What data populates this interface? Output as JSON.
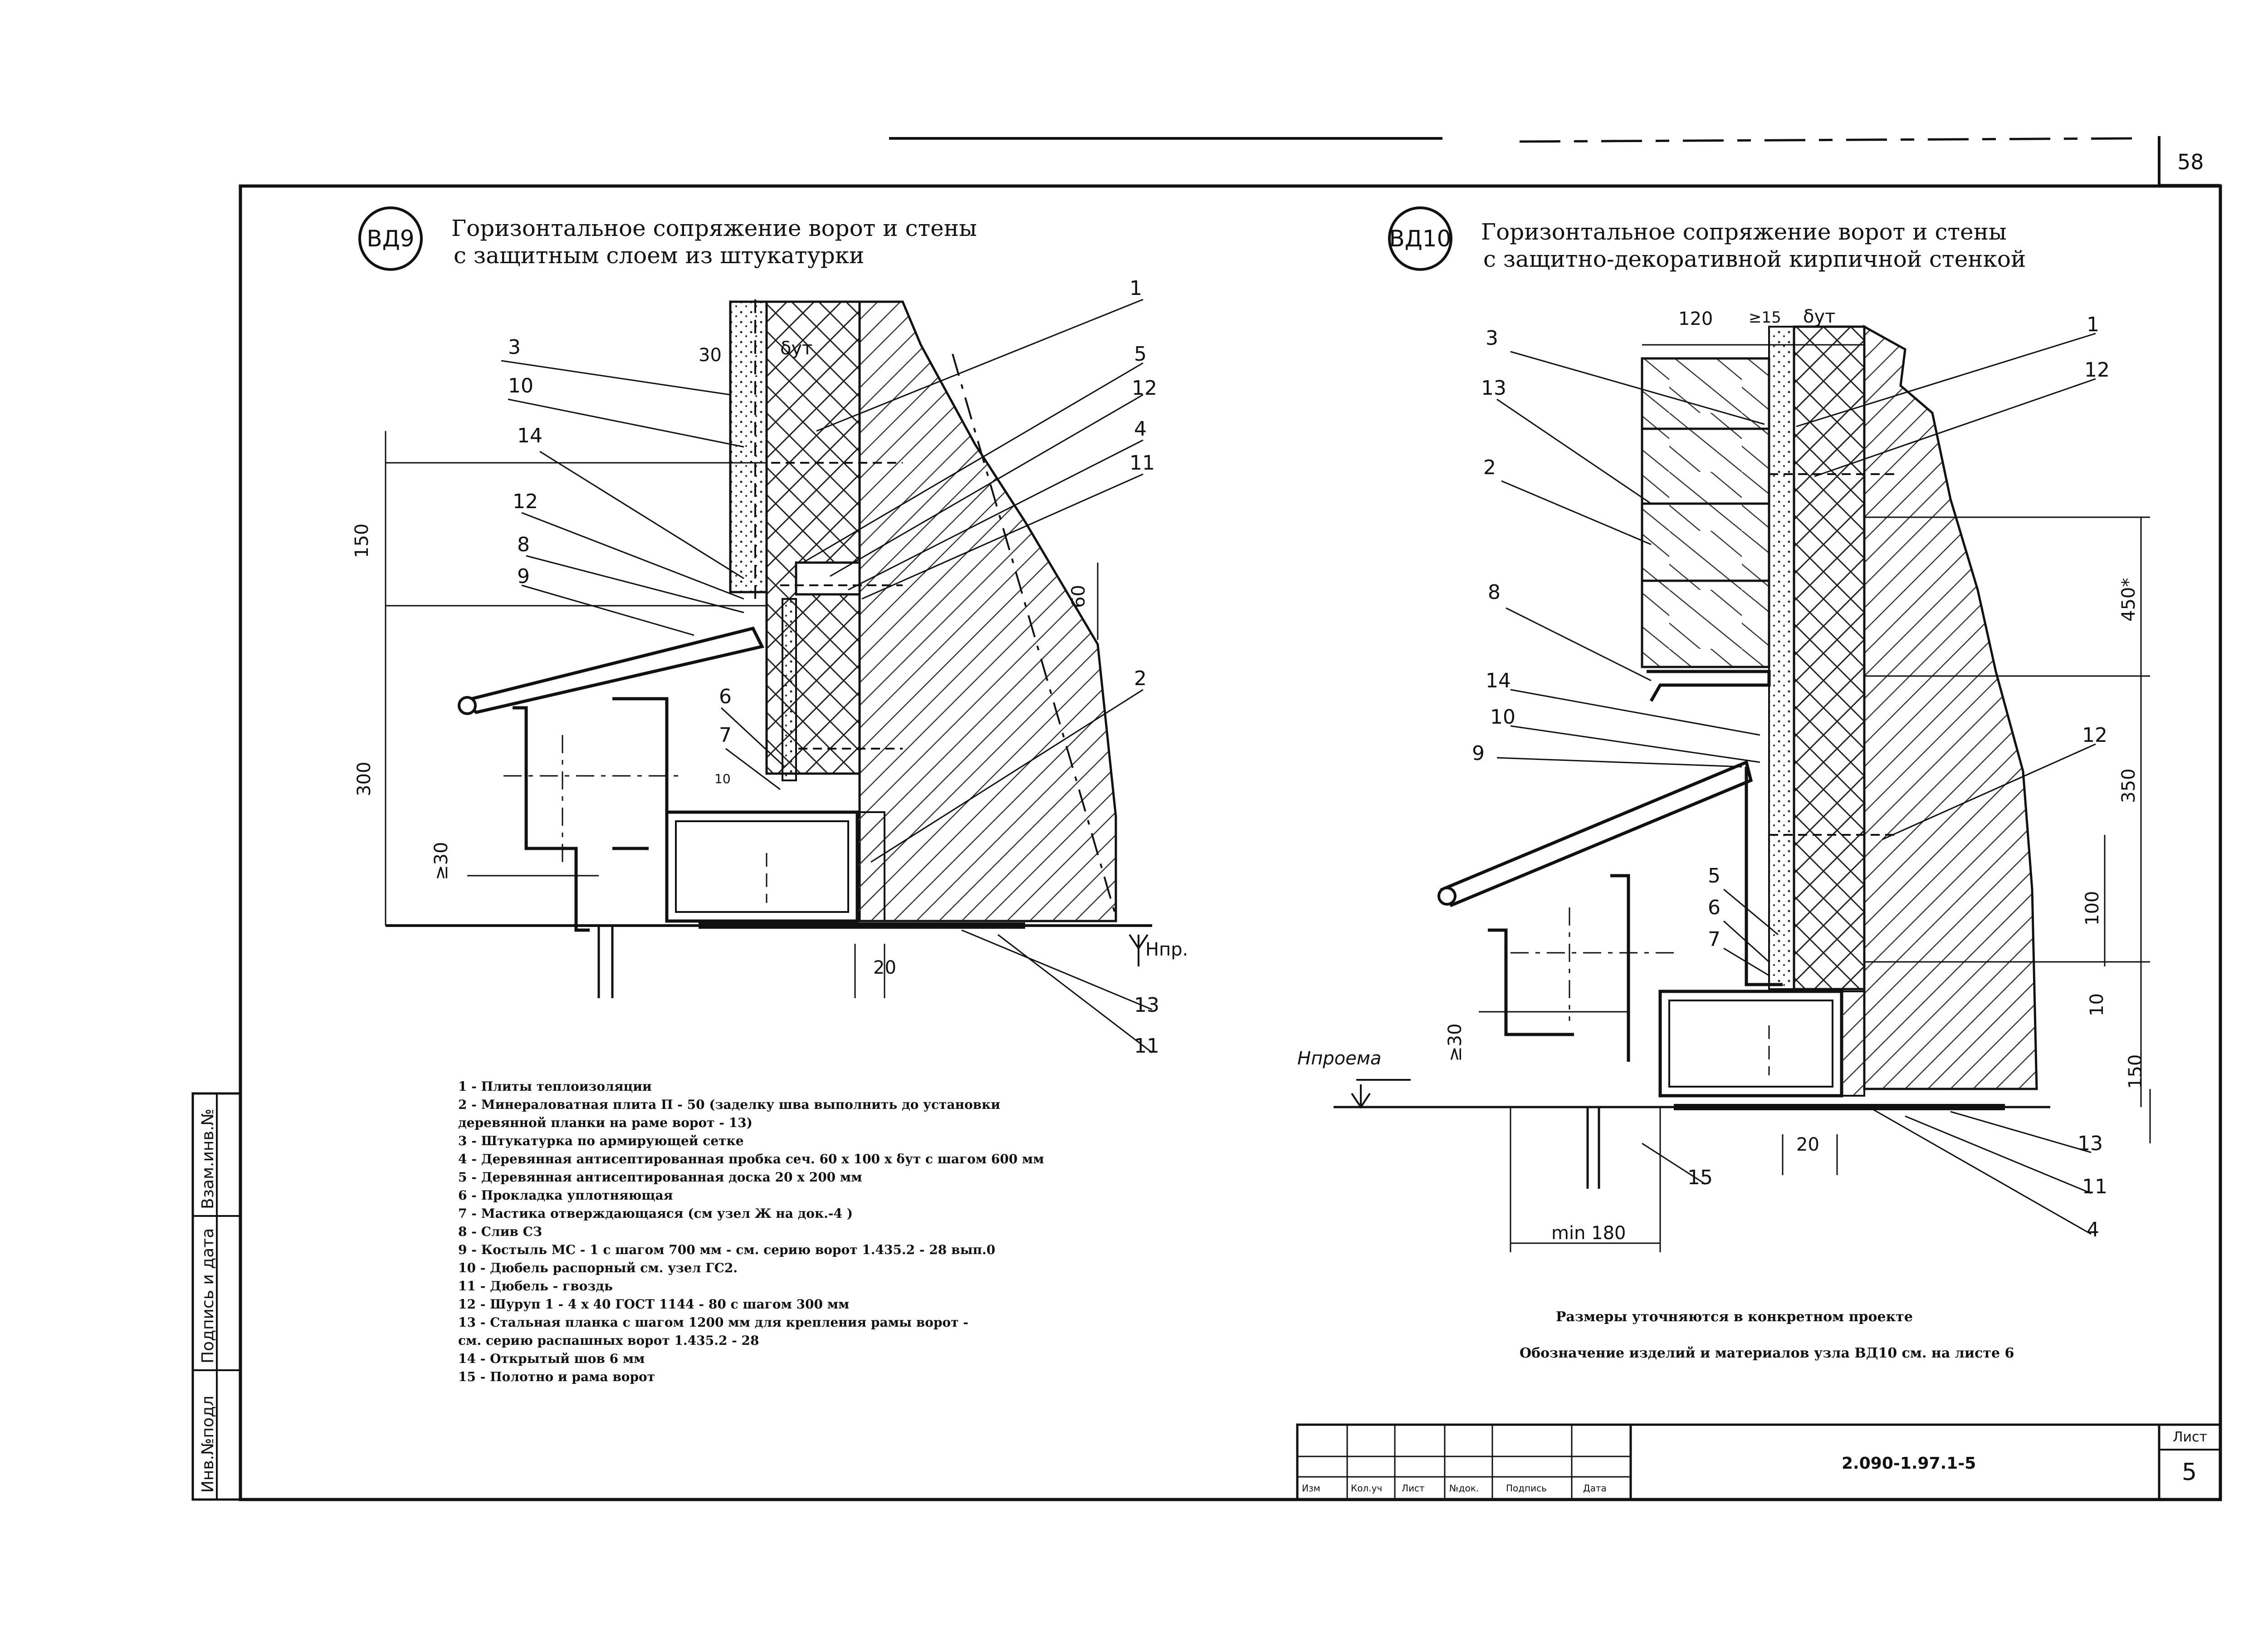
{
  "page_number": "58",
  "sheet_label": "Лист",
  "sheet_number": "5",
  "document_code": "2.090-1.97.1-5",
  "side_stamp": {
    "inv_no": "Инв.№подл",
    "sign_date": "Подпись и дата",
    "vzam_inv": "Взам.инв.№"
  },
  "stamp_headers": [
    "Изм",
    "Кол.уч",
    "Лист",
    "№док.",
    "Подпись",
    "Дата"
  ],
  "detail_left": {
    "badge": "ВД9",
    "title_line1": "Горизонтальное сопряжение ворот и стены",
    "title_line2": "с защитным слоем из штукатурки",
    "callouts": [
      "3",
      "10",
      "14",
      "12",
      "8",
      "9",
      "6",
      "7",
      "1",
      "5",
      "12",
      "4",
      "11",
      "2",
      "13",
      "11"
    ],
    "dims": [
      "30",
      "δут",
      "150",
      "60",
      "300",
      "≥30",
      "20",
      "10",
      "Нпр."
    ]
  },
  "detail_right": {
    "badge": "ВД10",
    "title_line1": "Горизонтальное сопряжение ворот и стены",
    "title_line2": "с защитно-декоративной кирпичной стенкой",
    "callouts": [
      "3",
      "13",
      "2",
      "8",
      "14",
      "10",
      "9",
      "5",
      "6",
      "7",
      "1",
      "12",
      "12",
      "13",
      "11",
      "4",
      "15"
    ],
    "dims": [
      "120",
      "≥15",
      "δут",
      "450*",
      "350",
      "100",
      "10",
      "150",
      "≥30",
      "20",
      "min 180",
      "Нпроема"
    ]
  },
  "legend": [
    "1 - Плиты теплоизоляции",
    "2 - Минераловатная плита П - 50 (заделку шва выполнить до установки",
    "     деревянной планки на раме ворот - 13)",
    "3 - Штукатурка по армирующей сетке",
    "4 - Деревянная антисептированная пробка сеч. 60 х 100 х δут с шагом 600 мм",
    "5 - Деревянная антисептированная доска 20 х 200 мм",
    "6 - Прокладка уплотняющая",
    "7 - Мастика отверждающаяся (см узел Ж на док.-4 )",
    "8 - Слив СЗ",
    "9 - Костыль МС - 1 с шагом 700 мм - см. серию ворот 1.435.2 - 28 вып.0",
    "10 - Дюбель распорный см. узел ГС2.",
    "11 - Дюбель - гвоздь",
    "12 - Шуруп 1 - 4 х 40 ГОСТ 1144 - 80 с шагом 300 мм",
    "13 - Стальная планка с шагом 1200 мм для крепления рамы ворот -",
    "     см. серию распашных ворот 1.435.2 - 28",
    "14 - Открытый шов 6 мм",
    "15 - Полотно и рама ворот"
  ],
  "notes": {
    "note1": "Размеры уточняются в конкретном проекте",
    "note2": "Обозначение изделий и материалов узла ВД10 см. на листе 6"
  }
}
